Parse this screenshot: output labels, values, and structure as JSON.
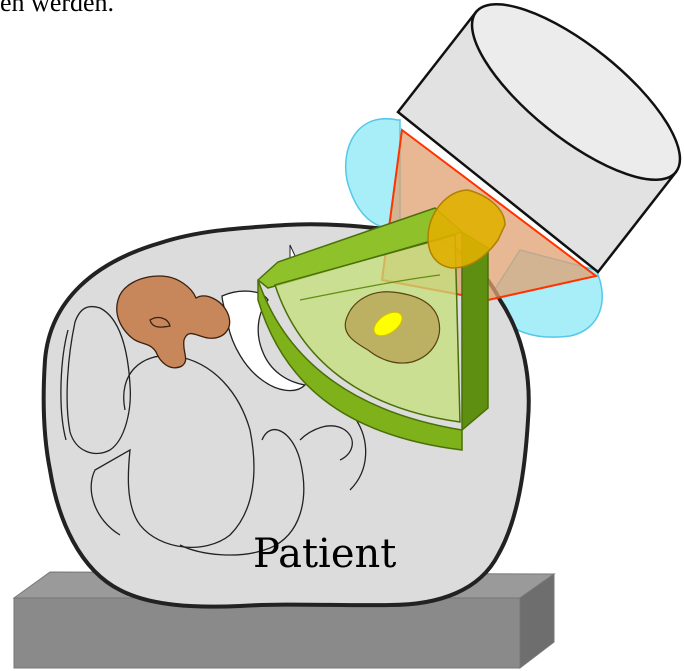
{
  "top_text": "en werden.",
  "patient_label": "Patient",
  "colors": {
    "body_fill": "#dcdcdc",
    "body_stroke": "#222222",
    "table_top": "#9a9a9a",
    "table_front": "#8a8a8a",
    "table_side": "#6e6e6e",
    "organ_brown": "#c8875a",
    "wedge_green": "#7fb21a",
    "wedge_dark": "#5f8f10",
    "wedge_light": "#c4e07a",
    "beam_orange": "#e0a070",
    "beam_edge": "#ff3300",
    "halo_cyan": "#a8eef8",
    "halo_edge": "#55c8e8",
    "cylinder_fill": "#e2e2e2",
    "lens_gold": "#e0b000",
    "target_yellow": "#ffff00"
  },
  "icons": [
    "patient-body",
    "treatment-table",
    "radiation-head-cylinder",
    "compensator-wedge",
    "target-volume",
    "kidney-organ"
  ]
}
